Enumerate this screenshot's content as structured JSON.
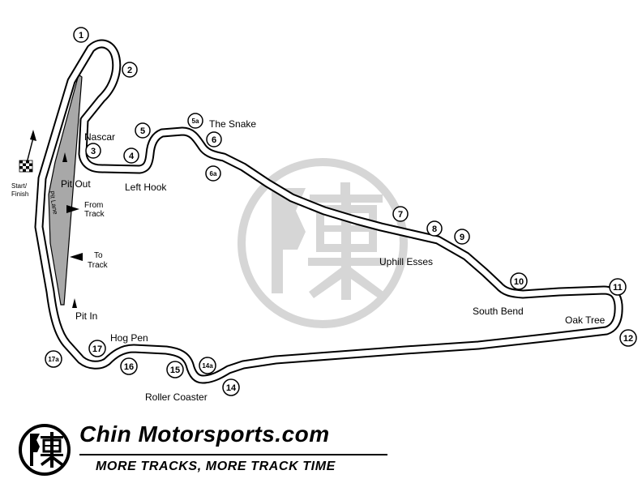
{
  "map": {
    "turns": [
      {
        "id": "1",
        "label": "1"
      },
      {
        "id": "2",
        "label": "2"
      },
      {
        "id": "3",
        "label": "3"
      },
      {
        "id": "4",
        "label": "4"
      },
      {
        "id": "5",
        "label": "5"
      },
      {
        "id": "5a",
        "label": "5a"
      },
      {
        "id": "6",
        "label": "6"
      },
      {
        "id": "6a",
        "label": "6a"
      },
      {
        "id": "7",
        "label": "7"
      },
      {
        "id": "8",
        "label": "8"
      },
      {
        "id": "9",
        "label": "9"
      },
      {
        "id": "10",
        "label": "10"
      },
      {
        "id": "11",
        "label": "11"
      },
      {
        "id": "12",
        "label": "12"
      },
      {
        "id": "14",
        "label": "14"
      },
      {
        "id": "14a",
        "label": "14a"
      },
      {
        "id": "15",
        "label": "15"
      },
      {
        "id": "16",
        "label": "16"
      },
      {
        "id": "17",
        "label": "17"
      },
      {
        "id": "17a",
        "label": "17a"
      }
    ],
    "corners": {
      "nascar": "Nascar",
      "left_hook": "Left Hook",
      "the_snake": "The Snake",
      "uphill_esses": "Uphill Esses",
      "south_bend": "South Bend",
      "oak_tree": "Oak Tree",
      "hog_pen": "Hog Pen",
      "roller_coaster": "Roller Coaster"
    },
    "pit": {
      "pit_out": "Pit Out",
      "pit_in": "Pit In",
      "pit_lane": "Pit Lane",
      "from_track_1": "From",
      "from_track_2": "Track",
      "to_track_1": "To",
      "to_track_2": "Track"
    },
    "start_finish": {
      "line1": "Start/",
      "line2": "Finish"
    },
    "colors": {
      "track": "#000000",
      "pit_lane_fill": "#a8a8a8",
      "watermark": "#d6d6d6"
    }
  },
  "brand": {
    "name": "Chin Motorsports.com",
    "tagline": "MORE TRACKS, MORE TRACK TIME"
  }
}
